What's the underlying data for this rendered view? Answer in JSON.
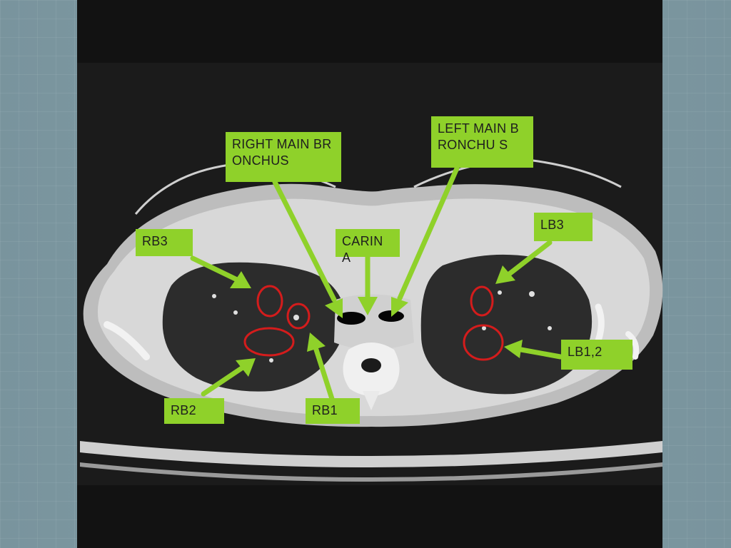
{
  "labels": {
    "right_main_bronchus": "RIGHT MAIN BRONCHUS",
    "left_main_bronchus": "LEFT MAIN BRONCHU S",
    "carina": "CARIN A",
    "rb3": "RB3",
    "rb2": "RB2",
    "rb1": "RB1",
    "lb3": "LB3",
    "lb12": "LB1,2"
  },
  "colors": {
    "label_fill": "#8fd12a",
    "arrow": "#8fd12a",
    "marker_circle": "#d41c1c",
    "panel": "#121212",
    "background": "#7e98a1"
  }
}
